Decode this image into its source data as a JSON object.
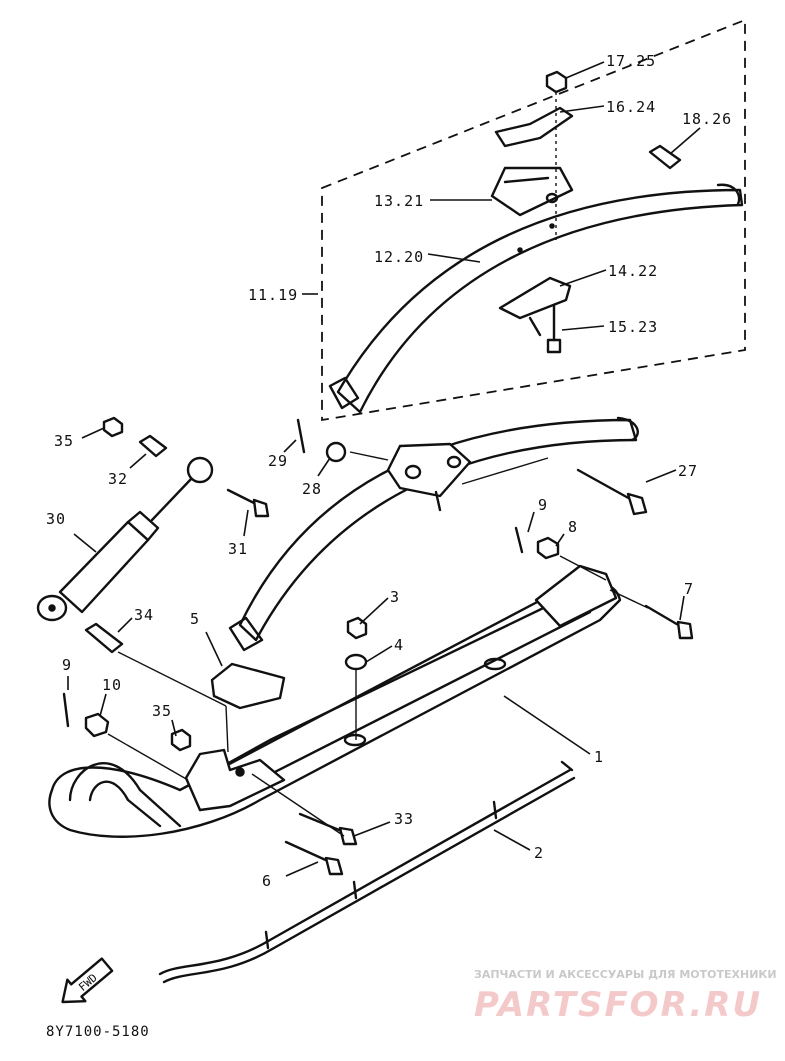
{
  "diagram": {
    "drawing_code": "8Y7100-5180",
    "direction_marker": "FWD",
    "callouts": [
      "17.25",
      "16.24",
      "18.26",
      "13.21",
      "12.20",
      "14.22",
      "11.19",
      "15.23",
      "35",
      "32",
      "29",
      "28",
      "27",
      "30",
      "31",
      "9",
      "8",
      "7",
      "34",
      "3",
      "4",
      "5",
      "9",
      "10",
      "35",
      "1",
      "33",
      "2",
      "6"
    ]
  },
  "watermark": {
    "subtitle": "ЗАПЧАСТИ И АКСЕССУАРЫ ДЛЯ МОТОТЕХНИКИ",
    "brand": "PARTSFOR.RU"
  }
}
